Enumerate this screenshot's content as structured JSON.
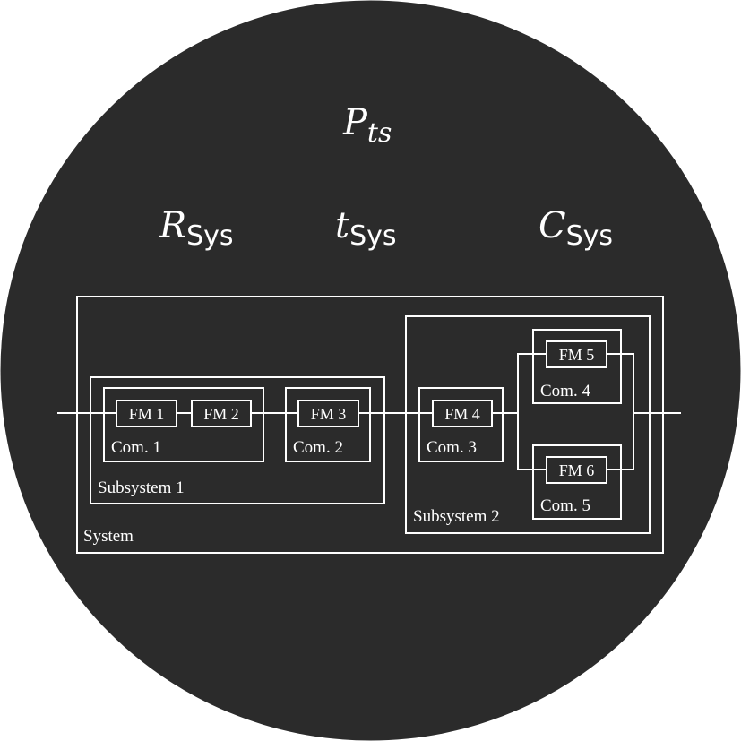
{
  "colors": {
    "background": "#2b2b2b",
    "foreground": "#ffffff"
  },
  "symbols": {
    "pts": {
      "base": "P",
      "sub": "ts"
    },
    "rsys": {
      "base": "R",
      "sub": "Sys"
    },
    "tsys": {
      "base": "t",
      "sub": "Sys"
    },
    "csys": {
      "base": "C",
      "sub": "Sys"
    }
  },
  "labels": {
    "system": "System",
    "subsystem1": "Subsystem 1",
    "subsystem2": "Subsystem 2",
    "com1": "Com. 1",
    "com2": "Com. 2",
    "com3": "Com. 3",
    "com4": "Com. 4",
    "com5": "Com. 5",
    "fm1": "FM 1",
    "fm2": "FM 2",
    "fm3": "FM 3",
    "fm4": "FM 4",
    "fm5": "FM 5",
    "fm6": "FM 6"
  }
}
